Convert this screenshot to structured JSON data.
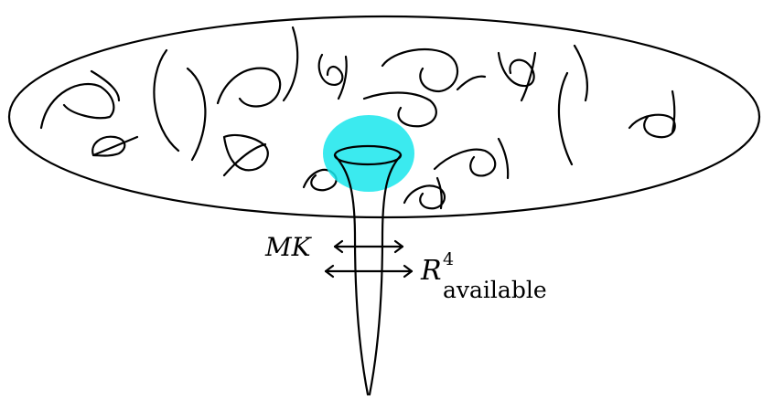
{
  "diagram": {
    "labels": {
      "mk": "MK",
      "r_base": "R",
      "r_sup": "4",
      "r_sub": "available"
    },
    "colors": {
      "stroke": "#000000",
      "highlight": "#19e6ec"
    }
  }
}
